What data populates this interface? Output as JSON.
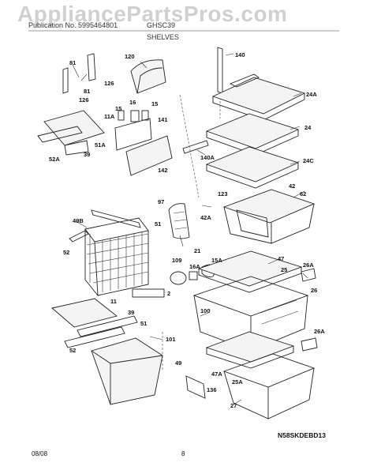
{
  "watermark": "AppliancePartsPros.com",
  "header": {
    "model": "Publication No. 5995464801",
    "code": "GHSC39",
    "section": "SHELVES"
  },
  "footer": {
    "date": "08/08",
    "page": "8",
    "diagram_code": "N58SKDEBD13"
  },
  "labels": {
    "l81a": "81",
    "l126a": "126",
    "l81b": "81",
    "l126b": "126",
    "l120": "120",
    "l140": "140",
    "l15a": "15",
    "l16": "16",
    "l15b": "15",
    "l11A": "11A",
    "l141": "141",
    "l24A": "24A",
    "l24": "24",
    "l51A": "51A",
    "l52A": "52A",
    "l39a": "39",
    "l142": "142",
    "l140A": "140A",
    "l24C": "24C",
    "l123": "123",
    "l42": "42",
    "l62": "62",
    "l97": "97",
    "l42A": "42A",
    "l49B": "49B",
    "l51a": "51",
    "l52a": "52",
    "l21": "21",
    "l109": "109",
    "l16A": "16A",
    "l15A": "15A",
    "l47a": "47",
    "l26Aa": "26A",
    "l25": "25",
    "l2": "2",
    "l26": "26",
    "l11": "11",
    "l100": "100",
    "l39b": "39",
    "l51b": "51",
    "l101": "101",
    "l52b": "52",
    "l26Ab": "26A",
    "l49": "49",
    "l47A": "47A",
    "l136": "136",
    "l25A": "25A",
    "l27": "27"
  }
}
